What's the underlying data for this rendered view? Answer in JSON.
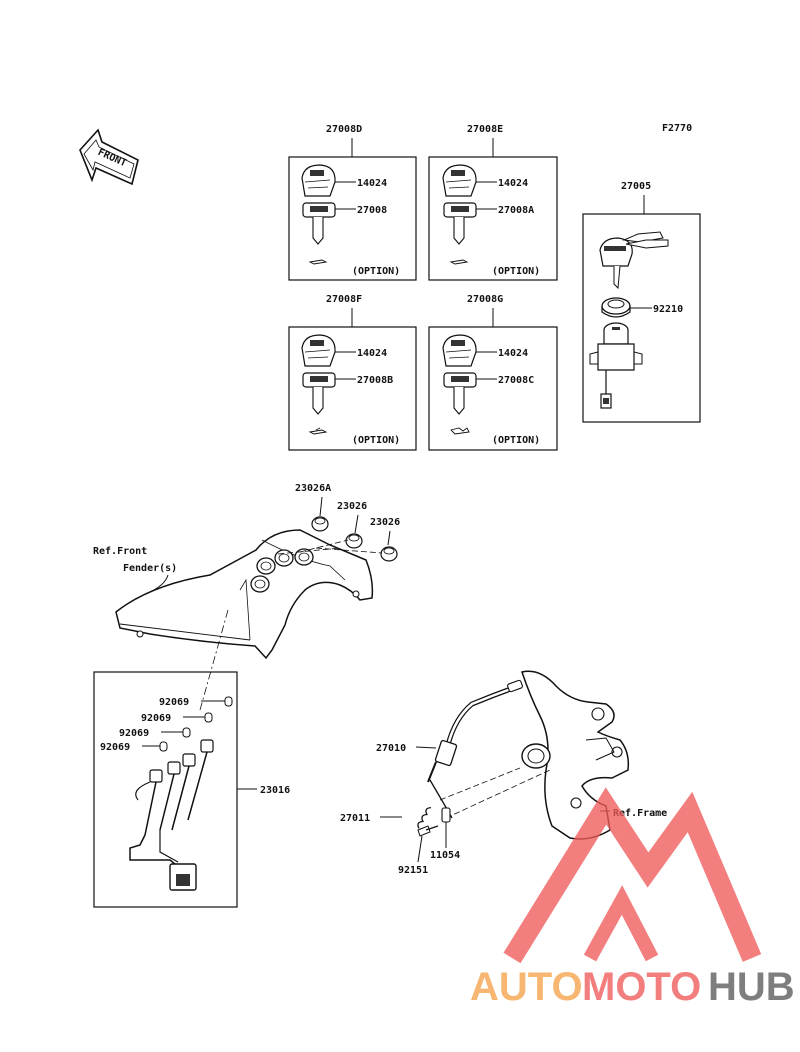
{
  "figure_code": "F2770",
  "front_label": "FRONT",
  "kits": [
    {
      "code": "27008D",
      "parts": [
        "14024",
        "27008"
      ],
      "option": "(OPTION)"
    },
    {
      "code": "27008E",
      "parts": [
        "14024",
        "27008A"
      ],
      "option": "(OPTION)"
    },
    {
      "code": "27008F",
      "parts": [
        "14024",
        "27008B"
      ],
      "option": "(OPTION)"
    },
    {
      "code": "27008G",
      "parts": [
        "14024",
        "27008C"
      ],
      "option": "(OPTION)"
    }
  ],
  "switch_kit": {
    "code": "27005",
    "nut": "92210"
  },
  "cover": {
    "plugs": [
      "23026A",
      "23026",
      "23026"
    ],
    "ref_front": "Ref.Front",
    "fender": "Fender(s)"
  },
  "harness": {
    "code": "23016",
    "bulbs": [
      "92069",
      "92069",
      "92069",
      "92069"
    ]
  },
  "frame_parts": {
    "cable": "27010",
    "spring": "27011",
    "pin": "11054",
    "bolt": "92151",
    "ref_frame": "Ref.Frame"
  },
  "watermark": {
    "part1": "AUTO",
    "part2": "MOTO",
    "part3": "HUB"
  },
  "colors": {
    "line": "#111111",
    "wm_orange": "#f6a24a",
    "wm_red": "#ef5a5a",
    "wm_gray": "#5a5a5a"
  }
}
